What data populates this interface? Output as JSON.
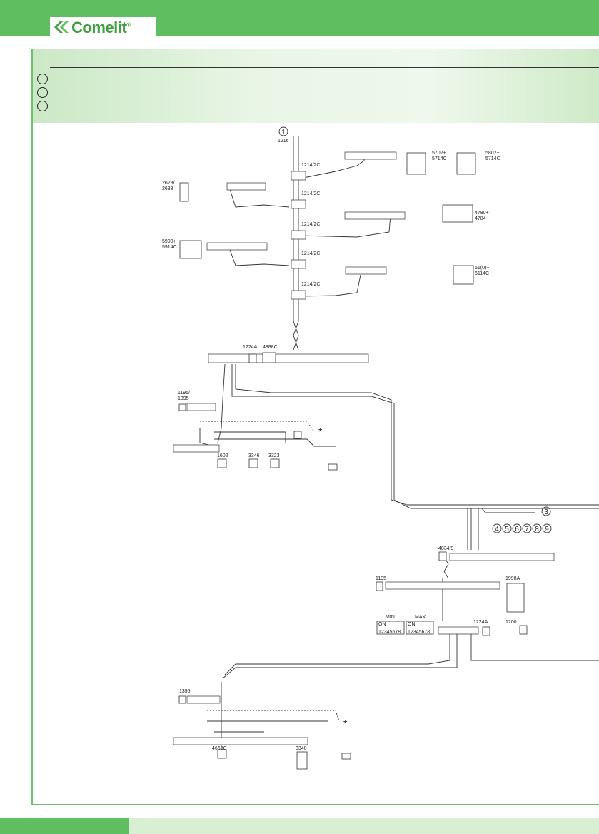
{
  "brand": {
    "name": "Comelit",
    "registered": "®"
  },
  "colors": {
    "brand_green": "#5fbf60",
    "header_tint": "#e3f4df",
    "line": "#333333"
  },
  "labels": {
    "ref_1216": "1216",
    "riser_1": "1214/2C",
    "riser_2": "1214/2C",
    "riser_3": "1214/2C",
    "riser_4": "1214/2C",
    "riser_5": "1214/2C",
    "dev_2628": "2628/\n2638",
    "dev_5900": "5900+\n5914C",
    "dev_5702": "5702+\n5714C",
    "dev_5802": "5802+\n5714C",
    "dev_4780": "4780+\n4784",
    "dev_6100": "61(0)+\n6114C",
    "dev_1224A_top": "1224A",
    "dev_4888C": "4888C",
    "dev_1195_top": "1195/\n1395",
    "dev_1602": "1602",
    "dev_3346": "3346",
    "dev_3323": "3323",
    "dev_4834": "4834/9",
    "dev_1195_mid": "1195",
    "dev_1998A": "1998A",
    "dip_min": "MIN",
    "dip_max": "MAX",
    "dip_on_1": "ON",
    "dip_on_2": "ON",
    "dip_nums_1": "12345678",
    "dip_nums_2": "12345678",
    "dev_1224A_mid": "1224A",
    "dev_1200": "1200",
    "dev_1395_bot": "1395",
    "dev_4660C": "4660C",
    "dev_3340": "3340",
    "star_1": "*",
    "star_2": "*"
  },
  "circled_numbers": [
    "1",
    "3",
    "4",
    "5",
    "6",
    "7",
    "8",
    "9"
  ]
}
